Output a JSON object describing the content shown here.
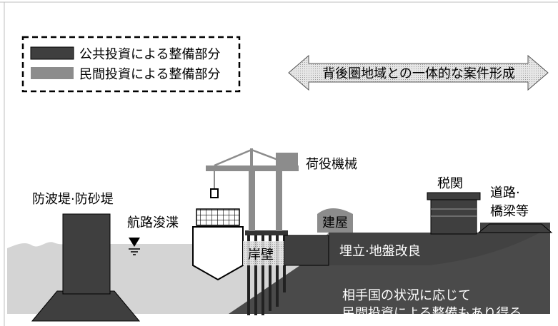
{
  "legend": {
    "public_label": "公共投資による整備部分",
    "private_label": "民間投資による整備部分",
    "public_color": "#3f3f3f",
    "private_color": "#8c8c8c"
  },
  "banner": {
    "text": "背後圏地域との一体的な案件形成"
  },
  "labels": {
    "breakwater": "防波堤·防砂堤",
    "dredging": "航路浚渫",
    "cargo_machinery": "荷役機械",
    "building": "建屋",
    "customs": "税関",
    "road": "道路·",
    "bridge": "橋梁等",
    "quay": "岸壁",
    "reclamation": "埋立·地盤改良",
    "note_line1": "相手国の状況に応じて",
    "note_line2": "民間投資による整備もあり得る"
  },
  "colors": {
    "water": "#d4d4d4",
    "land": "#4a4a4a",
    "private": "#8c8c8c",
    "ship": "#ffffff",
    "frame": "#bfbfbf"
  }
}
